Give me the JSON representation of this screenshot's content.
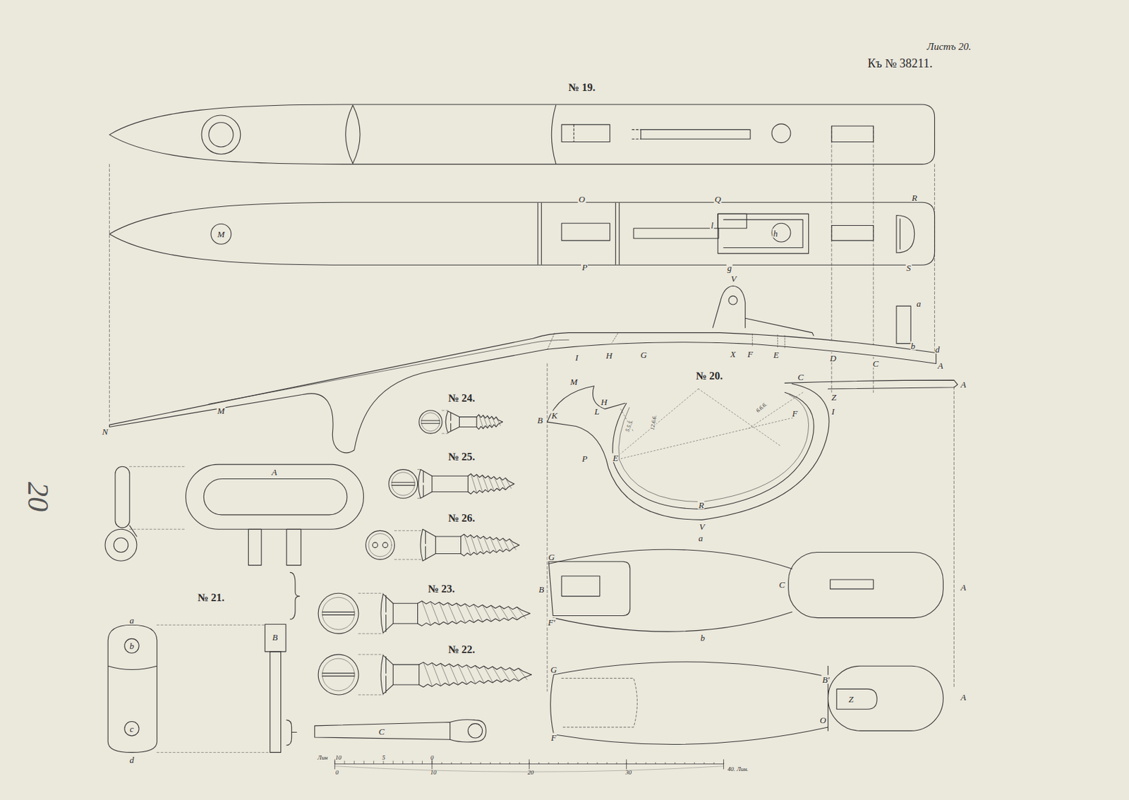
{
  "diagram": {
    "labels": [
      "Листъ 20.",
      "Къ № 38211.",
      "№ 19.",
      "O",
      "Q",
      "R",
      "M",
      "l",
      "h",
      "P",
      "g",
      "S",
      "V",
      "a",
      "b",
      "d",
      "I",
      "H",
      "G",
      "X",
      "F",
      "E",
      "D",
      "C",
      "A",
      "N",
      "M",
      "№ 20.",
      "C",
      "A",
      "M",
      "Z",
      "H",
      "L",
      "K",
      "B",
      "I",
      "F",
      "P",
      "E",
      "R",
      "V",
      "a",
      "5.5.5.",
      "12.6.6.",
      "6.6.6.",
      "№ 24.",
      "№ 25.",
      "№ 26.",
      "A",
      "№ 21.",
      "№ 23.",
      "№ 22.",
      "a",
      "b",
      "B",
      "c",
      "d",
      "C",
      "G",
      "B",
      "F'",
      "C",
      "A",
      "b",
      "G",
      "B'",
      "Z",
      "O",
      "F",
      "A",
      "Лин",
      "10",
      "5",
      "0",
      "0",
      "10",
      "20",
      "30",
      "40. Лин.",
      "20"
    ]
  }
}
